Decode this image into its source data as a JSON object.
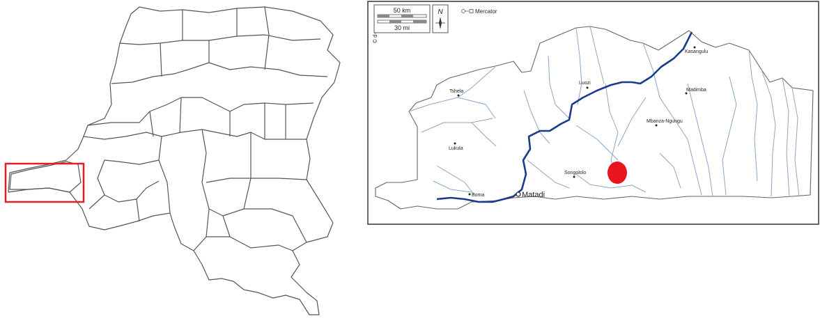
{
  "detail_map": {
    "watermark": "© d-maps.com",
    "scale_km": "50 km",
    "scale_mi": "30 mi",
    "north_label": "N",
    "projection": "Mercator",
    "cities": [
      {
        "name": "Kasangulu"
      },
      {
        "name": "Luozi"
      },
      {
        "name": "Tshela"
      },
      {
        "name": "Madimba"
      },
      {
        "name": "Mbanza-Ngungu"
      },
      {
        "name": "Lukula"
      },
      {
        "name": "Songololo"
      },
      {
        "name": "Boma"
      },
      {
        "name": "Matadi"
      }
    ]
  },
  "colors": {
    "outline": "#555555",
    "river_main": "#1a3a8c",
    "river_minor": "#8aa6c8",
    "highlight_box": "#e0202a",
    "marker": "#e8141e"
  }
}
